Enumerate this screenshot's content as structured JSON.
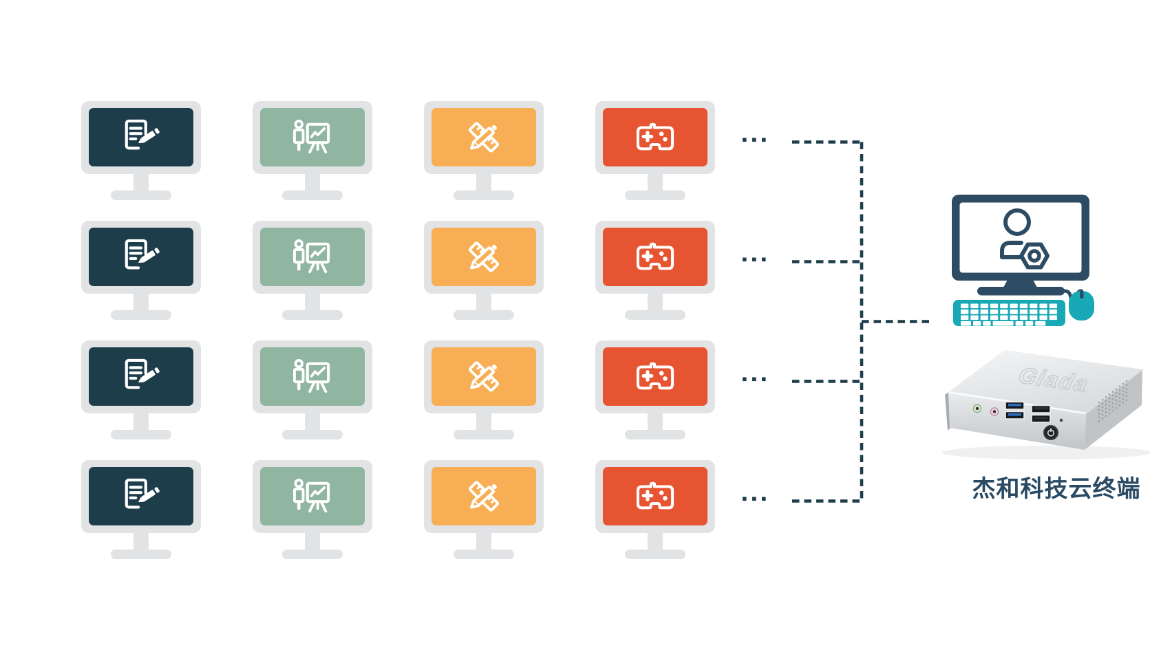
{
  "diagram": {
    "description_visible_text_only": true,
    "grid": {
      "rows": 4,
      "columns": [
        {
          "id": "documents",
          "icon": "icon-documents",
          "screen_color": "#1e3d4b",
          "use_case_icon": "document-edit-icon"
        },
        {
          "id": "presentation",
          "icon": "icon-presentation",
          "screen_color": "#90b5a1",
          "use_case_icon": "presentation-chart-icon"
        },
        {
          "id": "design",
          "icon": "icon-design",
          "screen_color": "#f8ae54",
          "use_case_icon": "ruler-pencil-icon"
        },
        {
          "id": "gaming",
          "icon": "icon-gamepad",
          "screen_color": "#e75431",
          "use_case_icon": "gamepad-icon"
        }
      ],
      "bezel_color": "#e2e3e5"
    },
    "ellipsis": "...",
    "connector": {
      "style": "dashed",
      "color": "#1d3d4b"
    }
  },
  "server": {
    "label": "杰和科技云终端",
    "label_color": "#2a4963",
    "computer_icon": "admin-user-screen-icon",
    "device_logo": "Giada",
    "navy": "#2d4b63",
    "teal": "#19a9b6"
  }
}
